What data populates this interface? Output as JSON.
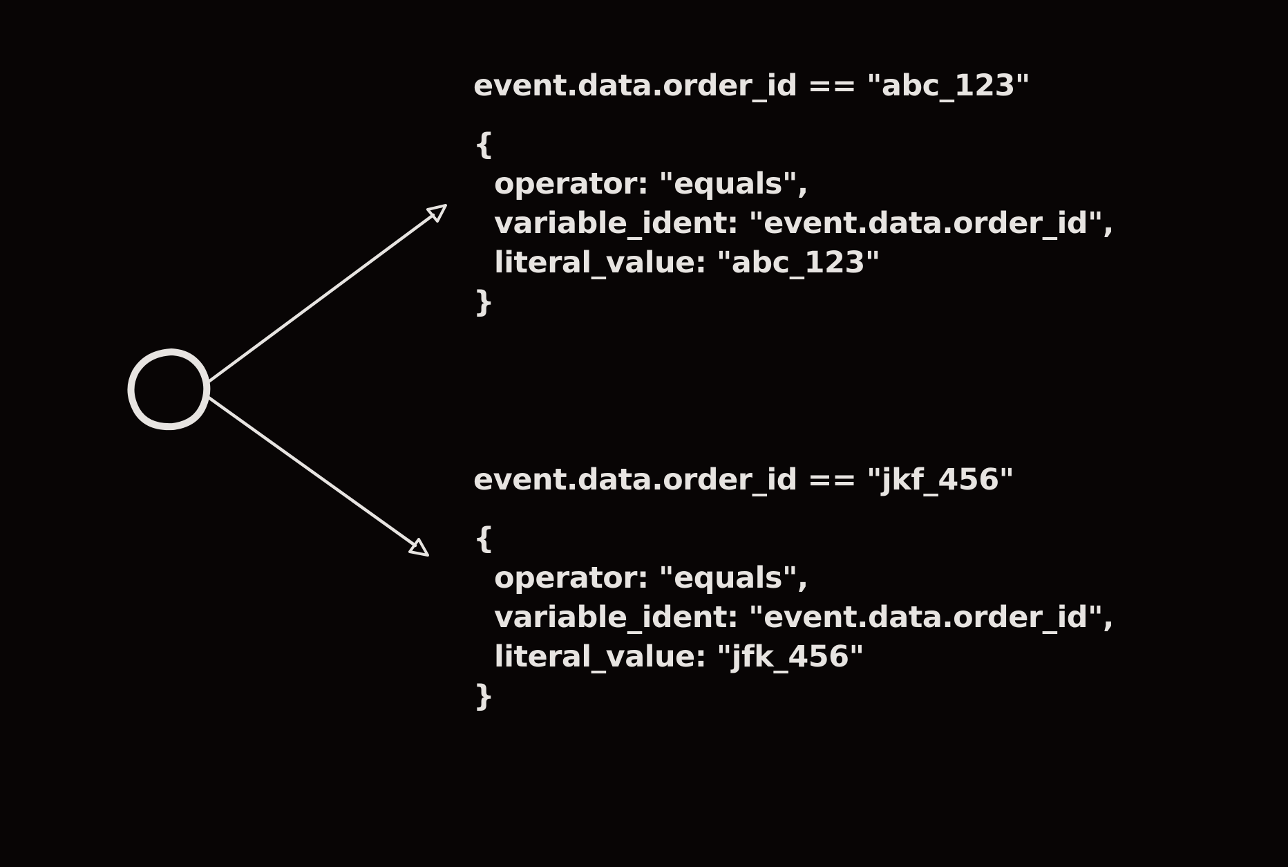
{
  "colors": {
    "background": "#080505",
    "ink": "#e7e4e1"
  },
  "diagram": {
    "node": {
      "shape": "hand-drawn-circle"
    },
    "branches": [
      {
        "condition": "event.data.order_id == \"abc_123\"",
        "code_lines": [
          "{",
          "operator: \"equals\",",
          "variable_ident: \"event.data.order_id\",",
          "literal_value: \"abc_123\"",
          "}"
        ]
      },
      {
        "condition": "event.data.order_id == \"jkf_456\"",
        "code_lines": [
          "{",
          "operator: \"equals\",",
          "variable_ident: \"event.data.order_id\",",
          "literal_value: \"jfk_456\"",
          "}"
        ]
      }
    ]
  }
}
